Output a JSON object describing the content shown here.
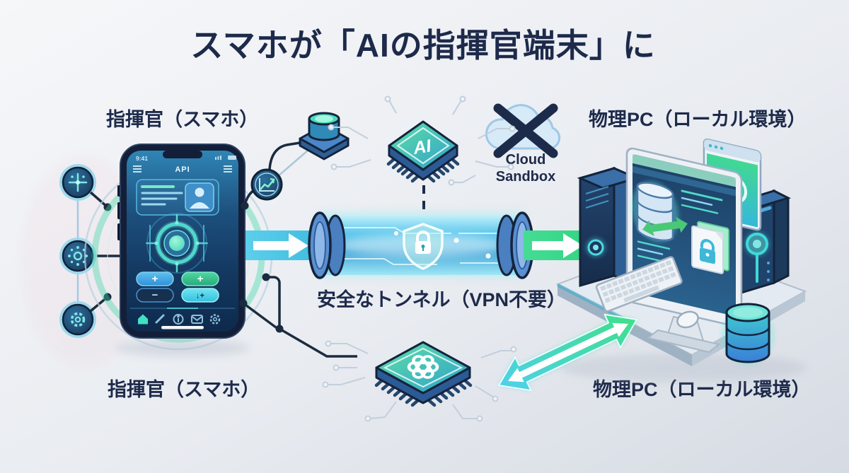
{
  "title": "スマホが「AIの指揮官端末」に",
  "labels": {
    "commander_top": "指揮官（スマホ）",
    "pc_top": "物理PC（ローカル環境）",
    "tunnel": "安全なトンネル（VPN不要）",
    "commander_bottom": "指揮官（スマホ）",
    "pc_bottom": "物理PC（ローカル環境）"
  },
  "cloud": {
    "line1": "Cloud",
    "line2": "Sandbox"
  },
  "phone": {
    "status_time": "9:41",
    "app_title": "API",
    "buttons": {
      "plus_primary": "+",
      "plus_secondary": "+",
      "minus": "−",
      "merge": "↓+"
    }
  },
  "chips": {
    "ai_label": "AI"
  },
  "colors": {
    "title_navy": "#1d2a4a",
    "accent_cyan": "#4cc8e8",
    "accent_green": "#3fe08f",
    "tunnel_blue": "#4a7fc0",
    "chip_teal": "#4fd8a8"
  }
}
